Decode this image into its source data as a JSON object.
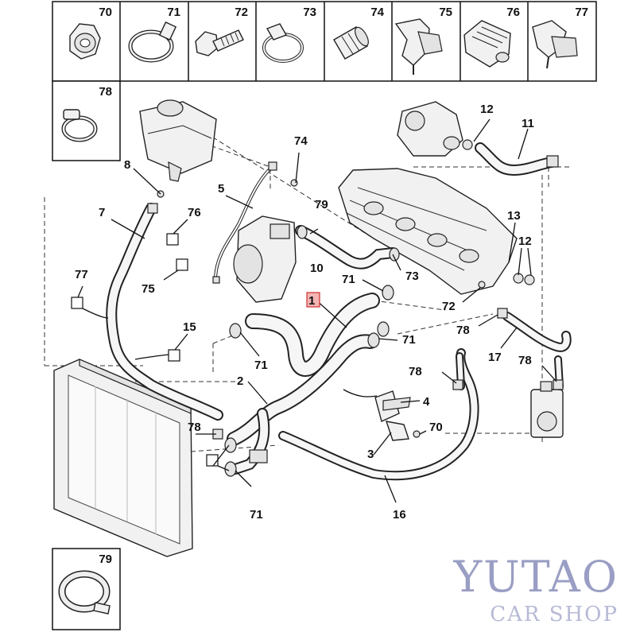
{
  "legend_top": [
    "70",
    "71",
    "72",
    "73",
    "74",
    "75",
    "76",
    "77"
  ],
  "legend_left": "78",
  "legend_bottom": "79",
  "callouts": {
    "n1": "1",
    "n2": "2",
    "n3": "3",
    "n4": "4",
    "n5": "5",
    "n7": "7",
    "n8": "8",
    "n10": "10",
    "n11": "11",
    "n12a": "12",
    "n12b": "12",
    "n13": "13",
    "n15": "15",
    "n16": "16",
    "n17": "17",
    "n70": "70",
    "n71a": "71",
    "n71b": "71",
    "n71c": "71",
    "n71d": "71",
    "n72": "72",
    "n73": "73",
    "n74": "74",
    "n75": "75",
    "n76": "76",
    "n77": "77",
    "n78a": "78",
    "n78b": "78",
    "n78c": "78",
    "n78d": "78",
    "n79": "79"
  },
  "highlighted_callout": "1",
  "watermark": {
    "title": "YUTAO",
    "subtitle": "CAR SHOP"
  },
  "colors": {
    "highlight": "#f4b4b4",
    "watermark": "#9a9ec4"
  }
}
